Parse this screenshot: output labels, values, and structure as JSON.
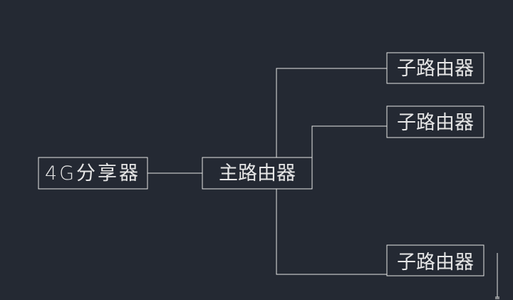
{
  "diagram": {
    "background_color": "#242933",
    "line_color": "#e6e6e6",
    "nodes": {
      "modem": {
        "label": "4G分享器"
      },
      "main_router": {
        "label": "主路由器"
      },
      "sub_router_1": {
        "label": "子路由器"
      },
      "sub_router_2": {
        "label": "子路由器"
      },
      "sub_router_3": {
        "label": "子路由器"
      }
    },
    "edges": [
      {
        "from": "modem",
        "to": "main_router"
      },
      {
        "from": "main_router",
        "to": "sub_router_1"
      },
      {
        "from": "main_router",
        "to": "sub_router_2"
      },
      {
        "from": "main_router",
        "to": "sub_router_3"
      }
    ]
  }
}
